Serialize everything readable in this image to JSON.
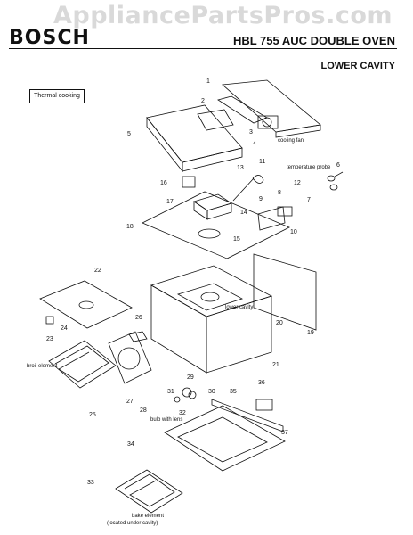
{
  "watermark": "AppliancePartsPros.com",
  "brand": "BOSCH",
  "model": "HBL 755 AUC DOUBLE OVEN",
  "section": "LOWER CAVITY",
  "note": "Thermal cooking",
  "parts": [
    "1",
    "2",
    "3",
    "4",
    "5",
    "6",
    "7",
    "8",
    "9",
    "10",
    "11",
    "12",
    "13",
    "14",
    "15",
    "16",
    "17",
    "18",
    "19",
    "20",
    "21",
    "22",
    "23",
    "24",
    "25",
    "26",
    "27",
    "28",
    "29",
    "30",
    "31",
    "32",
    "33",
    "34",
    "35",
    "36",
    "37"
  ],
  "captions": {
    "cooling_fan": "cooling fan",
    "temperature_probe": "temperature probe",
    "lower_cavity": "lower cavity",
    "broil_element": "broil element",
    "bulb_with_lens": "bulb with lens",
    "bake_element": "bake element",
    "bake_element_note": "(located under cavity)"
  }
}
